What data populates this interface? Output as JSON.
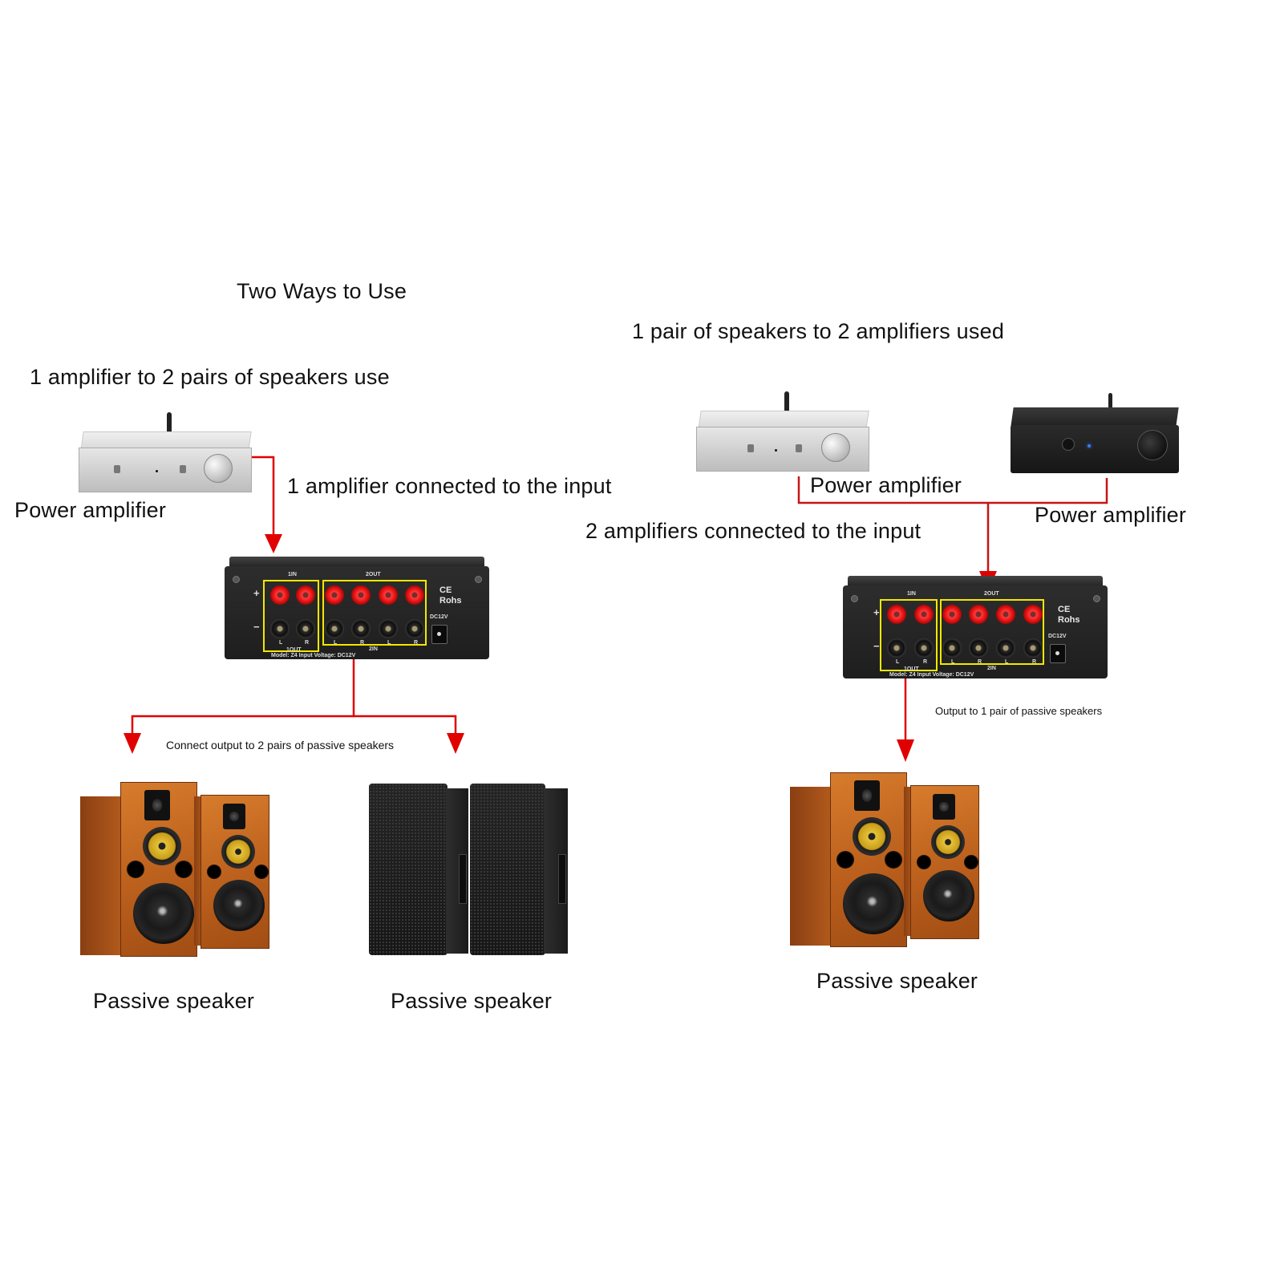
{
  "title": "Two Ways to Use",
  "colors": {
    "wire": "#e00000",
    "highlight_frame": "#f2e800",
    "text": "#111111",
    "background": "#ffffff"
  },
  "left": {
    "heading": "1 amplifier to 2 pairs of speakers use",
    "amplifier_label": "Power amplifier",
    "input_label": "1 amplifier connected to the input",
    "output_label": "Connect output to 2 pairs of passive speakers",
    "speakers": [
      {
        "label": "Passive speaker",
        "kind": "wooden-bookshelf-pair"
      },
      {
        "label": "Passive speaker",
        "kind": "black-pa-pair"
      }
    ]
  },
  "right": {
    "heading": "1 pair of speakers to 2 amplifiers used",
    "amplifier_labels": [
      "Power amplifier",
      "Power amplifier"
    ],
    "input_label": "2 amplifiers connected to the input",
    "output_label": "Output to 1 pair of passive speakers",
    "speakers": [
      {
        "label": "Passive speaker",
        "kind": "wooden-bookshelf-pair"
      }
    ]
  },
  "switch_box": {
    "labels": {
      "in1": "1IN",
      "out2": "2OUT",
      "out1": "1OUT",
      "in2": "2IN",
      "plus": "+",
      "minus": "−",
      "left": "L",
      "right": "R",
      "dc": "DC12V",
      "cert": "CE\nRohs",
      "model": "Model: Z4  Input Voltage: DC12V"
    }
  }
}
